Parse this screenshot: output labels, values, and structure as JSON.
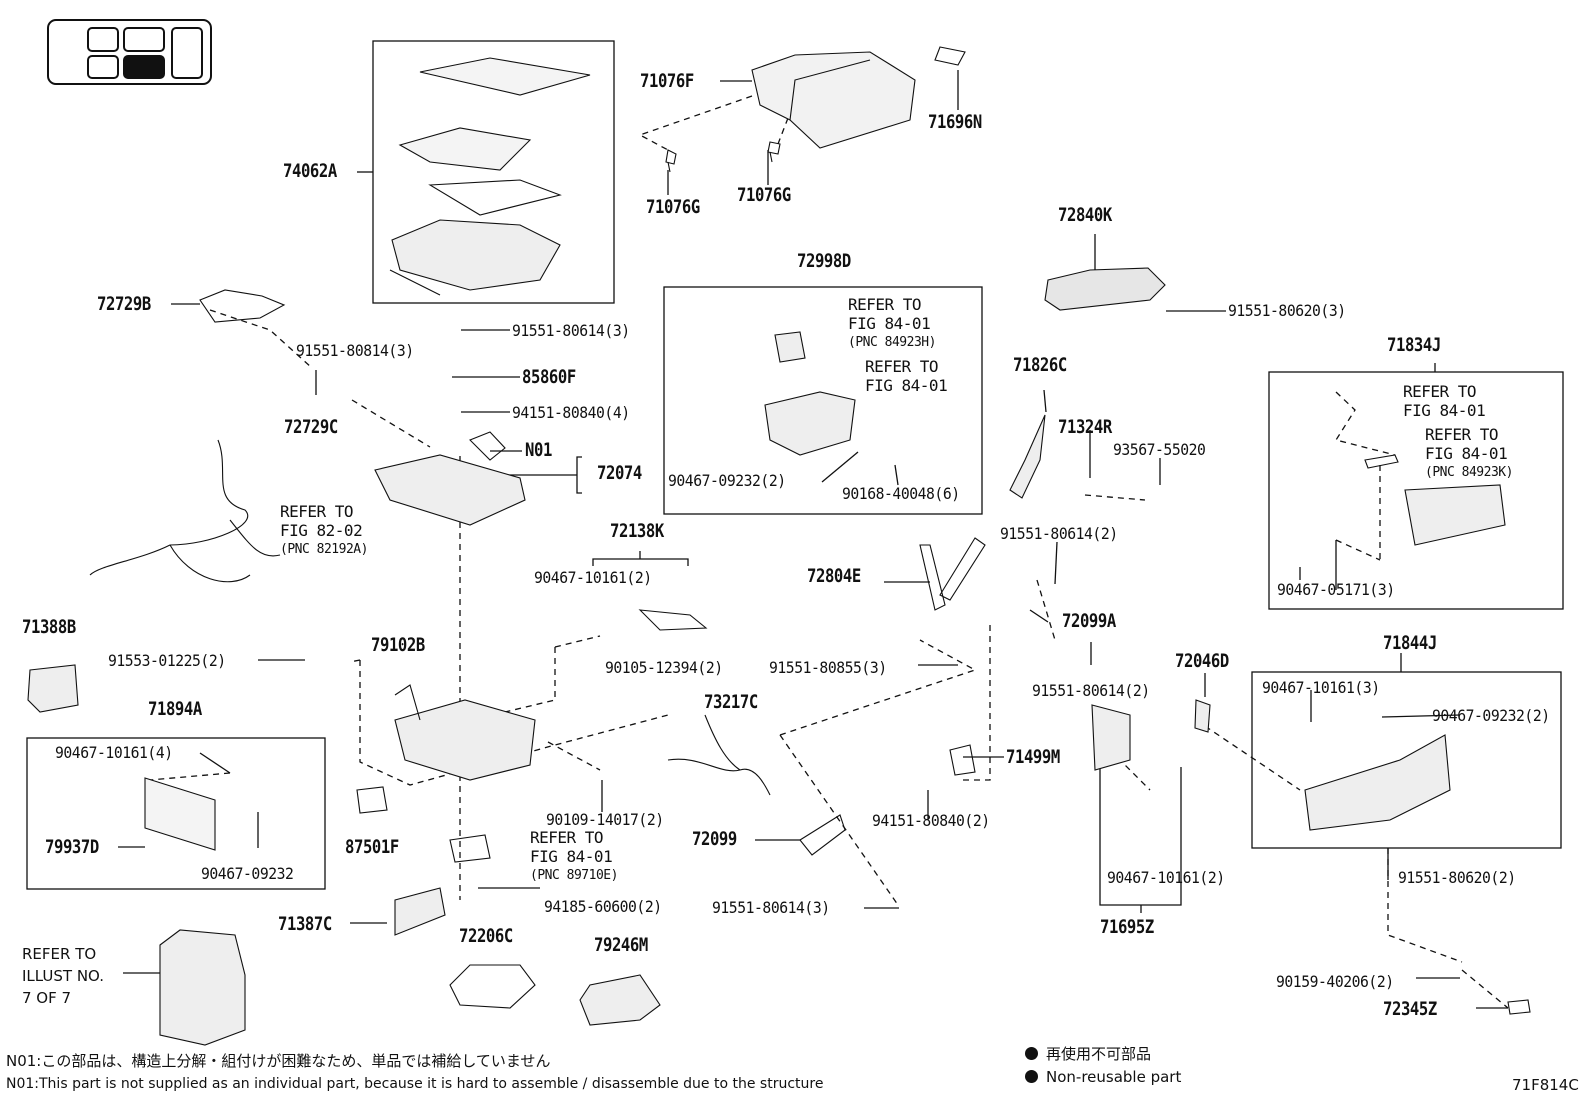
{
  "figure_code": "71F814C",
  "labels": {
    "p71076F": "71076F",
    "p71696N": "71696N",
    "p71076G_a": "71076G",
    "p71076G_b": "71076G",
    "p74062A": "74062A",
    "p72840K": "72840K",
    "p91551_80620_3": "91551-80620(3)",
    "p72729B": "72729B",
    "p91551_80814_3": "91551-80814(3)",
    "p72729C": "72729C",
    "p91551_80614_3_top": "91551-80614(3)",
    "p85860F": "85860F",
    "p94151_80840_4": "94151-80840(4)",
    "pN01": "N01",
    "p72074": "72074",
    "p72998D": "72998D",
    "p90467_09232_2_box": "90467-09232(2)",
    "p90168_40048_6": "90168-40048(6)",
    "p71826C": "71826C",
    "p71324R": "71324R",
    "p93567_55020": "93567-55020",
    "p71834J": "71834J",
    "p90467_05171_3": "90467-05171(3)",
    "p72138K": "72138K",
    "p90467_10161_2_a": "90467-10161(2)",
    "p72804E": "72804E",
    "p91551_80614_2_a": "91551-80614(2)",
    "p72099A": "72099A",
    "p71388B": "71388B",
    "p91553_01225_2": "91553-01225(2)",
    "p79102B": "79102B",
    "p90105_12394_2": "90105-12394(2)",
    "p91551_80855_3": "91551-80855(3)",
    "p91551_80614_2_b": "91551-80614(2)",
    "p72046D": "72046D",
    "p71844J": "71844J",
    "p90467_10161_3": "90467-10161(3)",
    "p90467_09232_2_r": "90467-09232(2)",
    "p71894A": "71894A",
    "p90467_10161_4": "90467-10161(4)",
    "p73217C": "73217C",
    "p71499M": "71499M",
    "p79937D": "79937D",
    "p90467_09232": "90467-09232",
    "p87501F": "87501F",
    "p90109_14017_2": "90109-14017(2)",
    "p72099": "72099",
    "p94151_80840_2": "94151-80840(2)",
    "p90467_10161_2_b": "90467-10161(2)",
    "p91551_80620_2": "91551-80620(2)",
    "p94185_60600_2": "94185-60600(2)",
    "p71387C": "71387C",
    "p91551_80614_3_bot": "91551-80614(3)",
    "p71695Z": "71695Z",
    "p90159_40206_2": "90159-40206(2)",
    "p72206C": "72206C",
    "p79246M": "79246M",
    "p72345Z": "72345Z"
  },
  "refs": {
    "r1": {
      "text": "REFER TO\nFIG 84-01",
      "sub": "(PNC 84923H)"
    },
    "r2": {
      "text": "REFER TO\nFIG 84-01",
      "sub": ""
    },
    "r3": {
      "text": "REFER TO\nFIG 82-02",
      "sub": "(PNC 82192A)"
    },
    "r4": {
      "text": "REFER TO\nFIG 84-01",
      "sub": ""
    },
    "r5": {
      "text": "REFER TO\nFIG 84-01",
      "sub": "(PNC 84923K)"
    },
    "r6": {
      "text": "REFER TO\nFIG 84-01",
      "sub": "(PNC 89710E)"
    },
    "r7": {
      "text": "REFER TO\nILLUST NO.\n7 OF 7",
      "sub": ""
    }
  },
  "notes": {
    "n01_ja": "N01:この部品は、構造上分解・組付けが困難なため、単品では補給していません",
    "n01_en": "N01:This part is not supplied as an individual part, because it is hard to assemble / disassemble due to the structure",
    "legend_ja": "再使用不可部品",
    "legend_en": "Non-reusable part"
  }
}
